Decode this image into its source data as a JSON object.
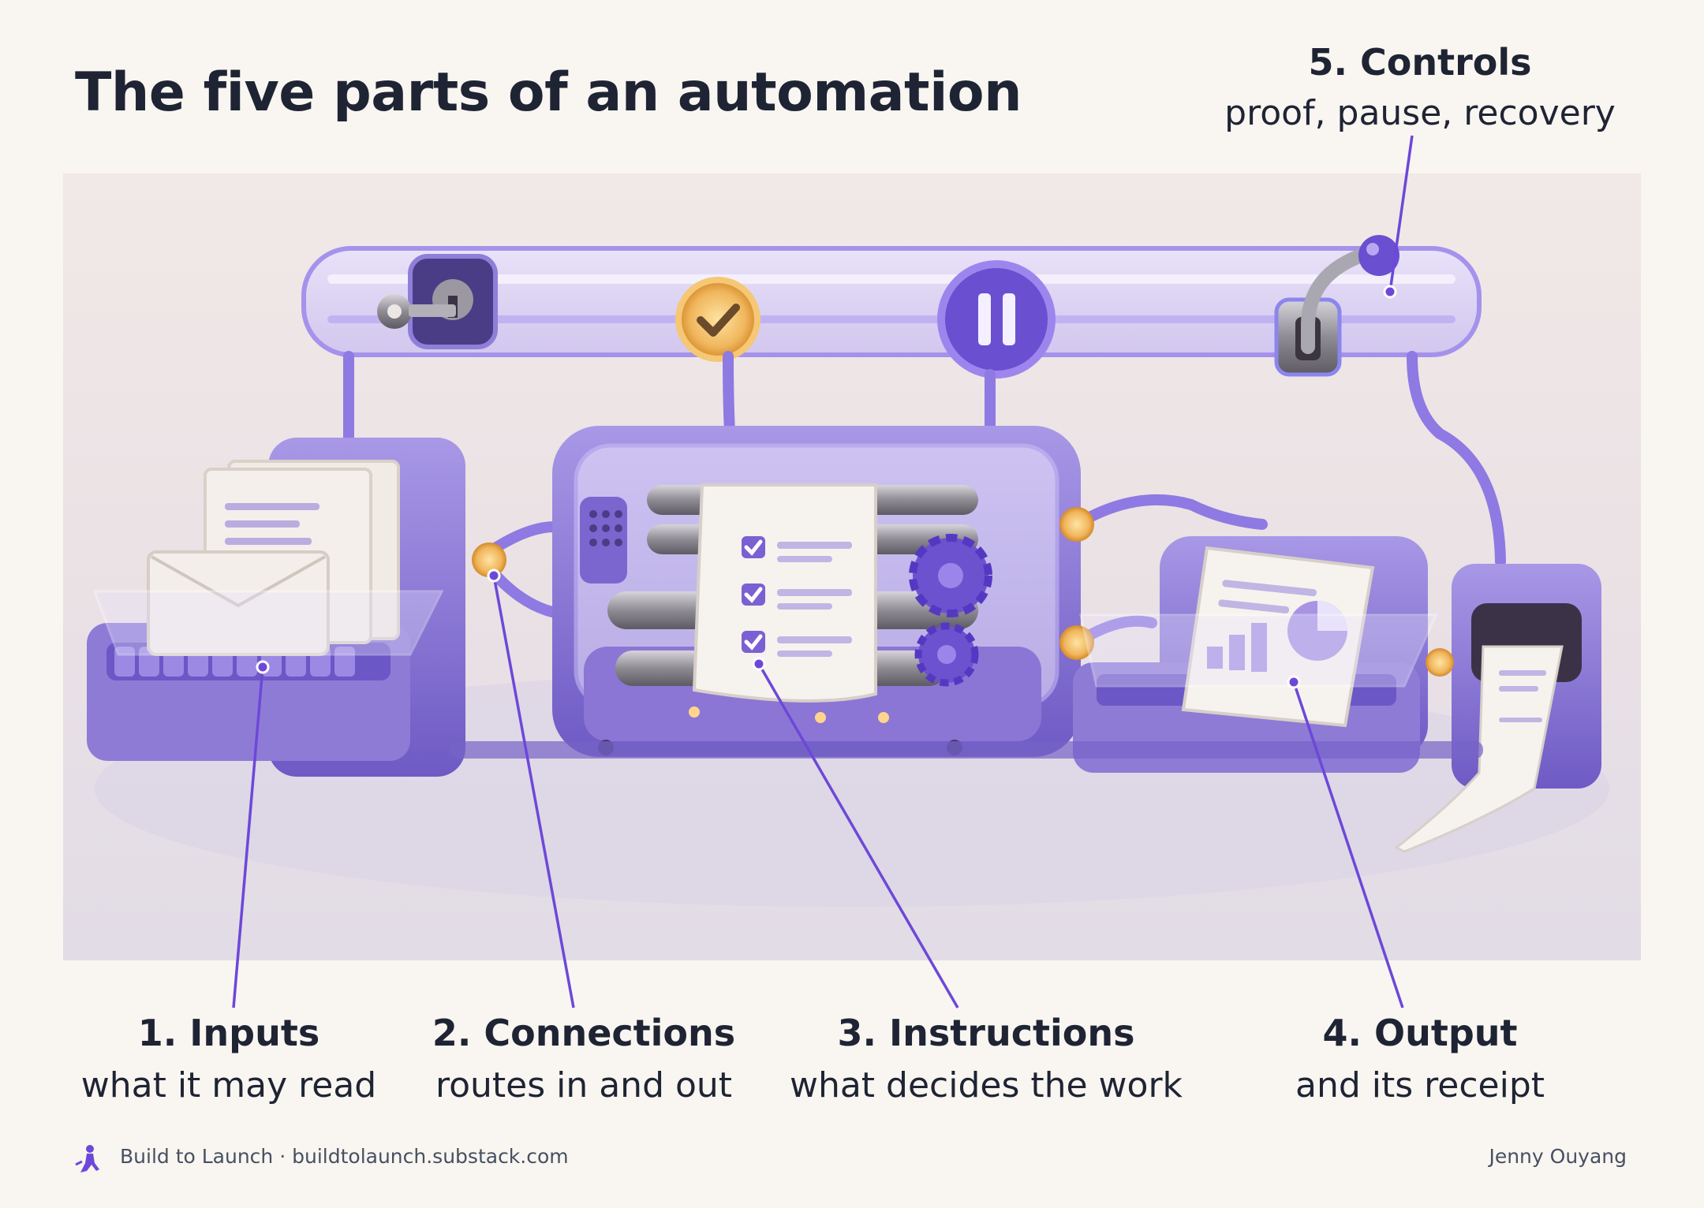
{
  "title": "The five parts of an automation",
  "parts": [
    {
      "heading": "1. Inputs",
      "description": "what it may read"
    },
    {
      "heading": "2. Connections",
      "description": "routes in and out"
    },
    {
      "heading": "3. Instructions",
      "description": "what decides the work"
    },
    {
      "heading": "4. Output",
      "description": "and its receipt"
    },
    {
      "heading": "5. Controls",
      "description": "proof, pause, recovery"
    }
  ],
  "footer": {
    "brand": "Build to Launch · buildtolaunch.substack.com",
    "author": "Jenny Ouyang"
  },
  "colors": {
    "accent": "#6d48d8",
    "machine": "#8b78d6",
    "background": "#f9f5f1",
    "text": "#1e2433"
  }
}
